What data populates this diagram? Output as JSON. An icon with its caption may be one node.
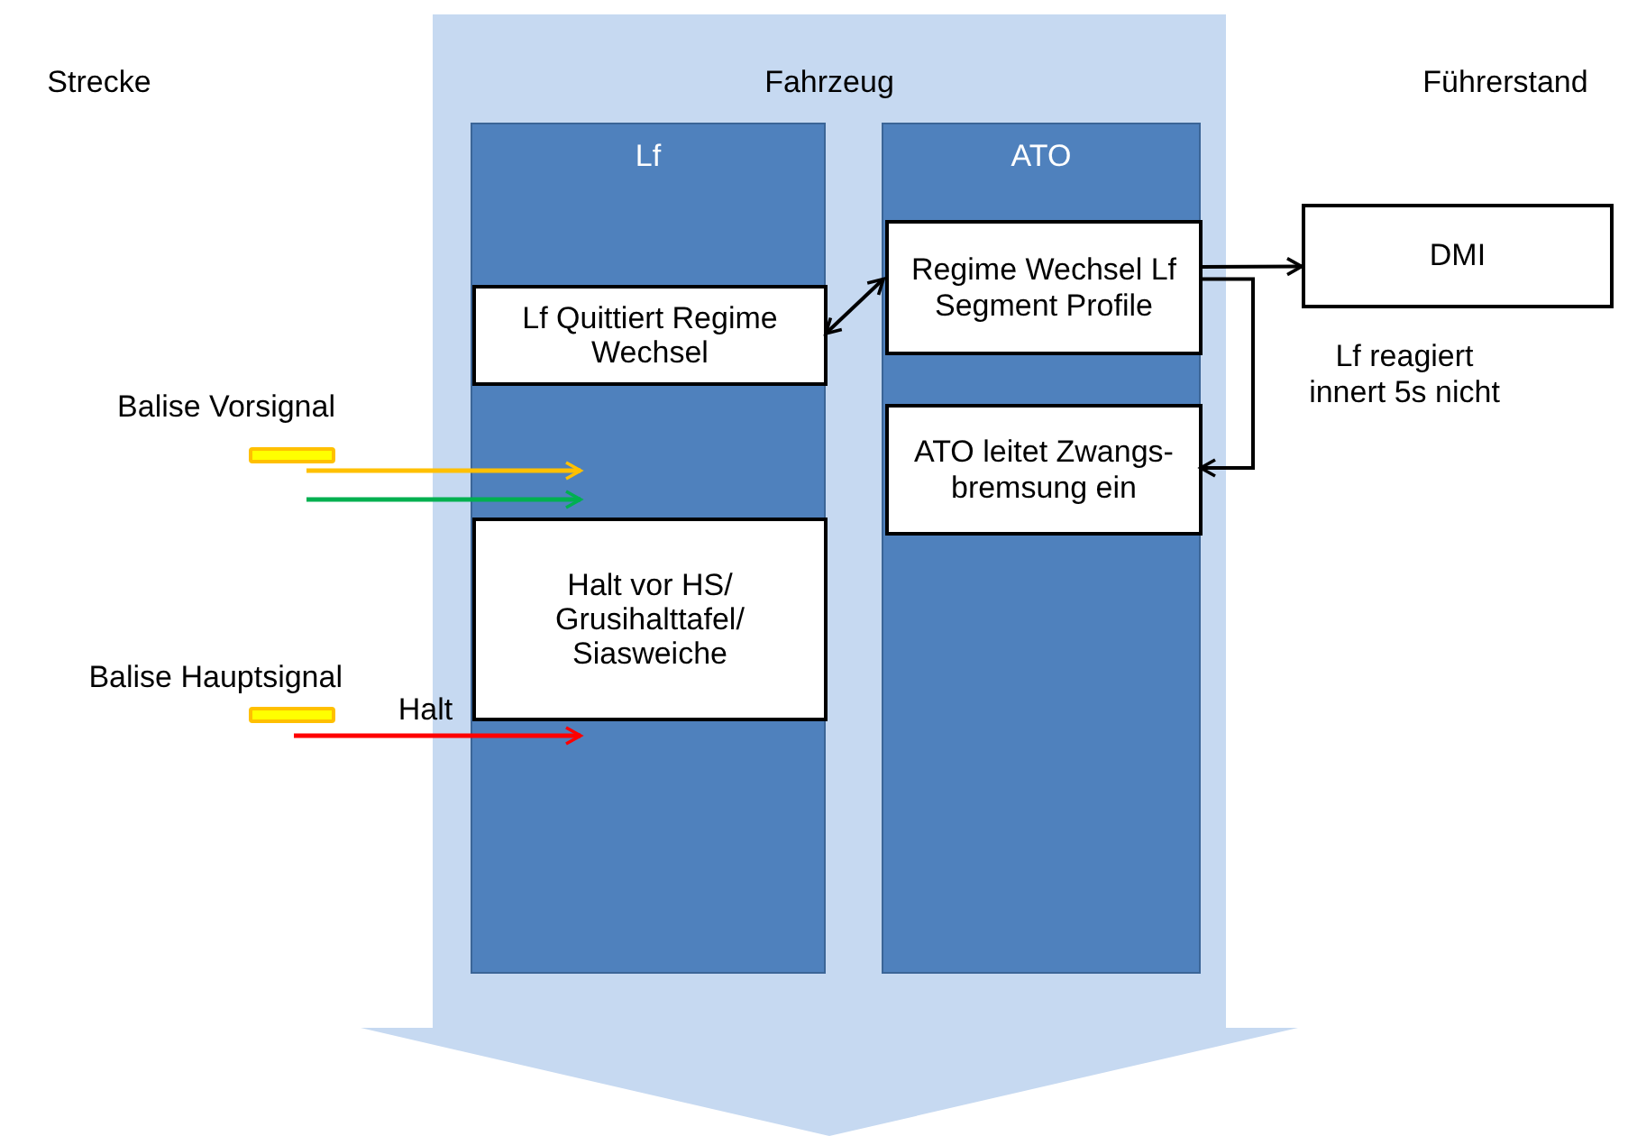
{
  "diagram": {
    "nodes": [
      {
        "text": [
          "Fahrzeug"
        ]
      },
      {
        "text": [
          "Lf"
        ],
        "in": 0
      },
      {
        "text": [
          "ATO"
        ],
        "in": 0
      },
      {
        "text": [
          "Lf Quittiert Regime Wechsel"
        ],
        "in": 1
      },
      {
        "text": [
          "Halt vor HS/ Grusihalttafel/ Siasweiche"
        ],
        "in": 1
      },
      {
        "text": [
          "Regime Wechsel Lf Segment Profile"
        ],
        "in": 2
      },
      {
        "text": [
          "ATO leitet Zwangs- bremsung ein"
        ],
        "in": 2
      },
      {
        "text": [
          "DMI"
        ]
      },
      {
        "text": [],
        "shape": "bar",
        "beside": [
          "Balise Vorsignal"
        ]
      },
      {
        "text": [],
        "shape": "bar",
        "beside": [
          "Balise Hauptsignal"
        ]
      }
    ],
    "edges": [
      {
        "from": 3,
        "to": 5,
        "arrow": "both"
      },
      {
        "from": 5,
        "to": 7,
        "arrow": "to"
      },
      {
        "from": 5,
        "to": 6,
        "arrow": "to",
        "label": "Lf reagiert innert 5s nicht"
      },
      {
        "from": 8,
        "to": 4,
        "arrow": "to",
        "color": "#ffc000"
      },
      {
        "from": 8,
        "to": 4,
        "arrow": "to",
        "color": "#00b050"
      },
      {
        "from": 9,
        "to": 4,
        "arrow": "to",
        "color": "#ff0000",
        "label": "Halt"
      }
    ],
    "labels": [
      "Strecke",
      "Führerstand"
    ]
  }
}
